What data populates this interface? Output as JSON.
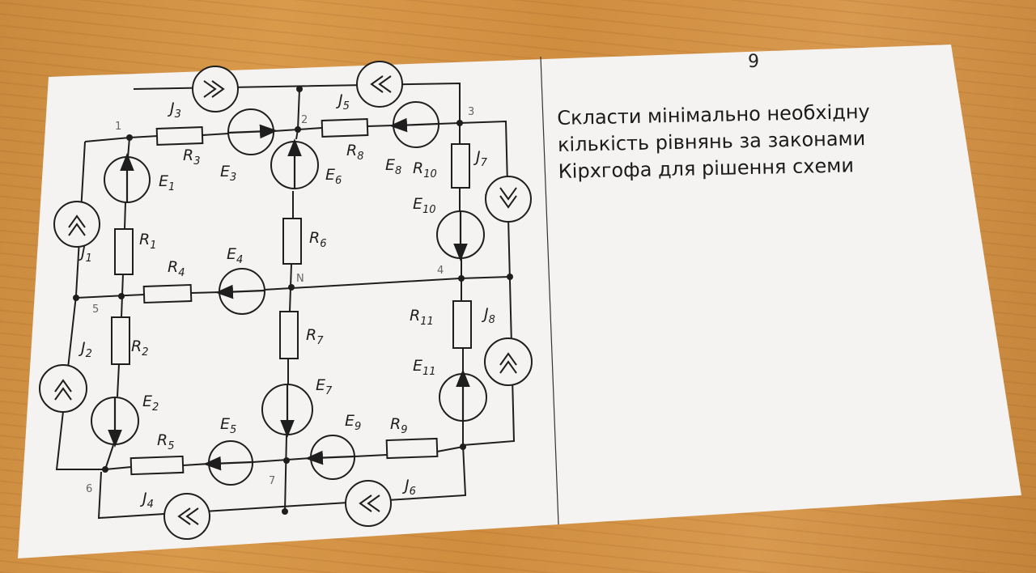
{
  "page_number": "9",
  "task": {
    "line1": "Скласти мінімально необхідну",
    "line2": "кількість рівнянь за законами",
    "line3": "Кірхгофа для рішення схеми"
  },
  "circuit": {
    "nodes": [
      "1",
      "2",
      "3",
      "4",
      "5",
      "6",
      "7",
      "N"
    ],
    "resistors": [
      "R1",
      "R2",
      "R3",
      "R4",
      "R5",
      "R6",
      "R7",
      "R8",
      "R9",
      "R10",
      "R11"
    ],
    "emf_sources": [
      "E1",
      "E2",
      "E3",
      "E4",
      "E5",
      "E6",
      "E7",
      "E8",
      "E9",
      "E10",
      "E11"
    ],
    "current_sources": [
      "J1",
      "J2",
      "J3",
      "J4",
      "J5",
      "J6",
      "J7",
      "J8"
    ]
  },
  "colors": {
    "paper": "#f4f3f1",
    "ink": "#1e1e1e",
    "table": "#d0904a"
  }
}
